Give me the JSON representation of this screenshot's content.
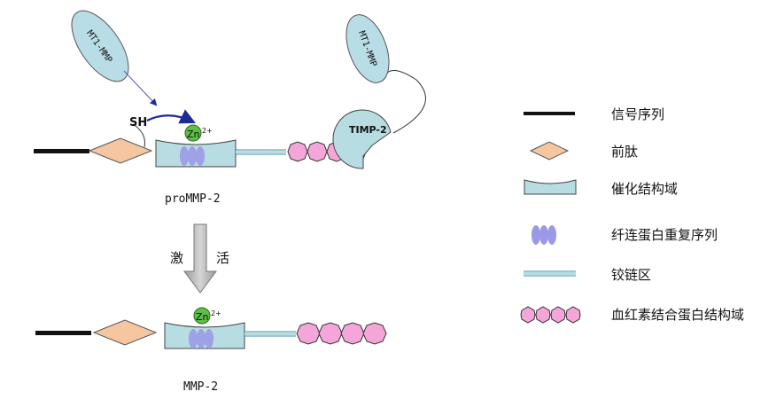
{
  "diagram": {
    "top": {
      "enzyme_label": "MT1-MMP",
      "sh_label": "SH",
      "zn_label": "Zn",
      "zn_charge": "2+",
      "timp_label": "TIMP-2",
      "tethered_enzyme_label": "MT1-MMP",
      "caption": "proMMP-2"
    },
    "activation": {
      "char1": "激",
      "char2": "活"
    },
    "bottom": {
      "zn_label": "Zn",
      "zn_charge": "2+",
      "caption": "MMP-2"
    }
  },
  "legend": {
    "items": [
      {
        "key": "signal",
        "label": "信号序列"
      },
      {
        "key": "propeptide",
        "label": "前肽"
      },
      {
        "key": "catalytic",
        "label": "催化结构域"
      },
      {
        "key": "fibronectin",
        "label": "纤连蛋白重复序列"
      },
      {
        "key": "hinge",
        "label": "铰链区"
      },
      {
        "key": "hemopexin",
        "label": "血红素结合蛋白结构域"
      }
    ]
  },
  "colors": {
    "enzyme_fill": "#b9dde6",
    "catalytic_fill": "#b7dde3",
    "propeptide_fill": "#f5c6a0",
    "fibronectin_fill": "#9b9ae6",
    "hinge_stroke": "#3b8fa0",
    "hemopexin_fill": "#f5a6d8",
    "zn_fill": "#5cbf46",
    "arrow_blue": "#1e2a9a",
    "gray_arrow": "#b4b4b4"
  }
}
